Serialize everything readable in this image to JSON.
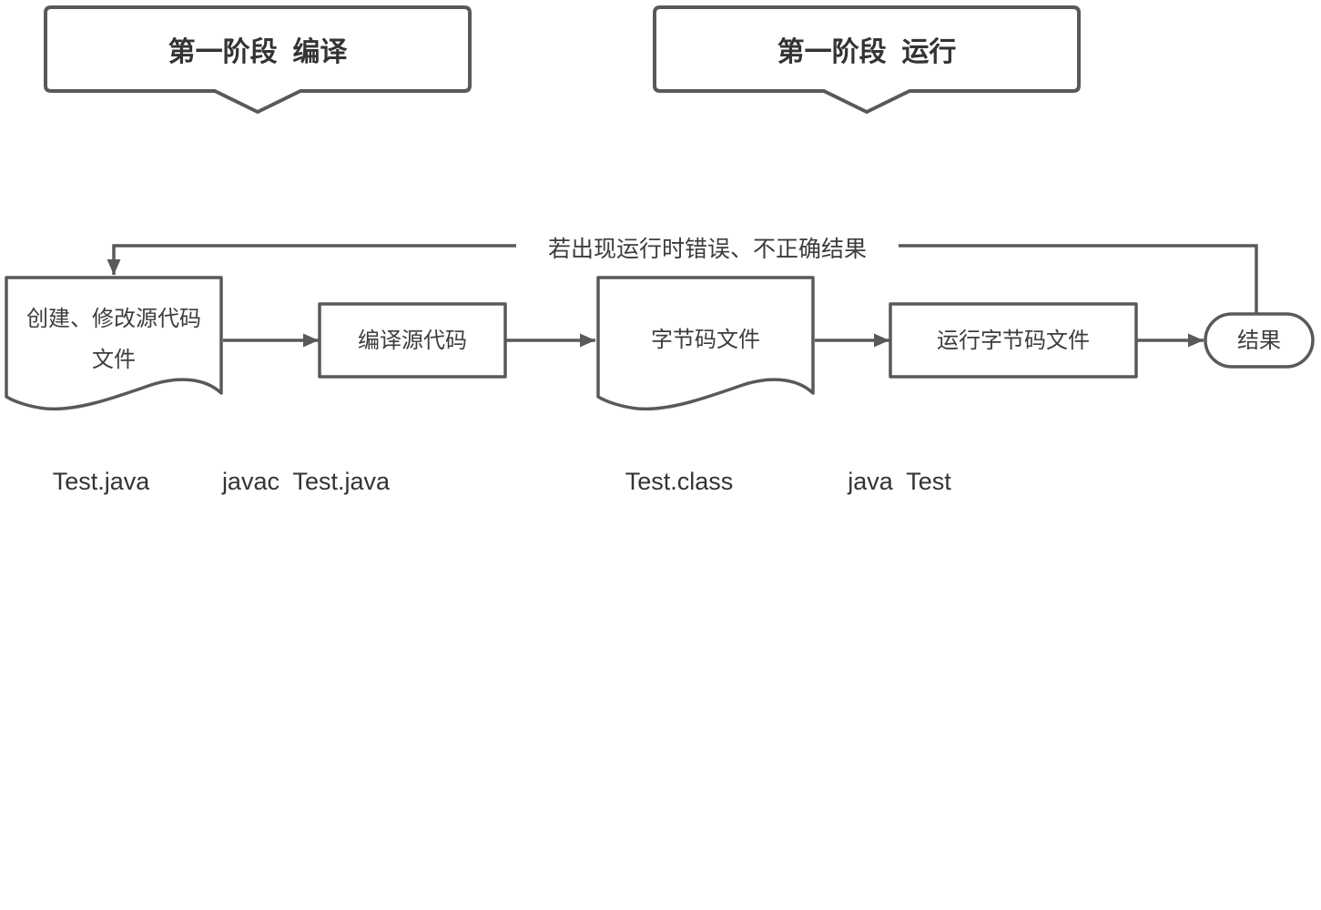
{
  "banners": [
    {
      "label": "第一阶段  编译"
    },
    {
      "label": "第一阶段  运行"
    }
  ],
  "nodes": [
    {
      "type": "document",
      "label": "创建、修改源代码文件",
      "lines": [
        "创建、修改源代码",
        "文件"
      ]
    },
    {
      "type": "process",
      "label": "编译源代码"
    },
    {
      "type": "document",
      "label": "字节码文件"
    },
    {
      "type": "process",
      "label": "运行字节码文件"
    },
    {
      "type": "terminal",
      "label": "结果"
    }
  ],
  "feedback_label": "若出现运行时错误、不正确结果",
  "captions": [
    {
      "text": "Test.java"
    },
    {
      "text": "javac  Test.java"
    },
    {
      "text": "Test.class"
    },
    {
      "text": "java  Test"
    }
  ],
  "colors": {
    "stroke": "#595959",
    "text": "#3d3d3d"
  }
}
